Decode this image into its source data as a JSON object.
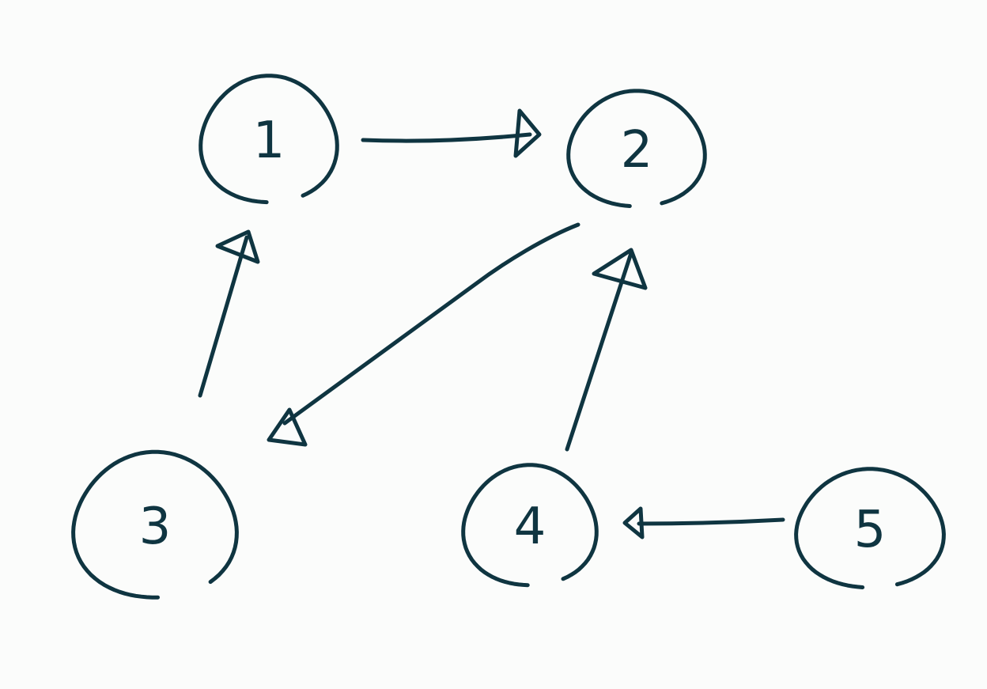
{
  "diagram": {
    "colors": {
      "ink": "#0f3541",
      "background": "#fbfcfb"
    },
    "nodes": [
      {
        "id": "1",
        "label": "1"
      },
      {
        "id": "2",
        "label": "2"
      },
      {
        "id": "3",
        "label": "3"
      },
      {
        "id": "4",
        "label": "4"
      },
      {
        "id": "5",
        "label": "5"
      }
    ],
    "edges": [
      {
        "from": "1",
        "to": "2"
      },
      {
        "from": "2",
        "to": "3"
      },
      {
        "from": "3",
        "to": "1"
      },
      {
        "from": "4",
        "to": "2"
      },
      {
        "from": "5",
        "to": "4"
      }
    ]
  }
}
